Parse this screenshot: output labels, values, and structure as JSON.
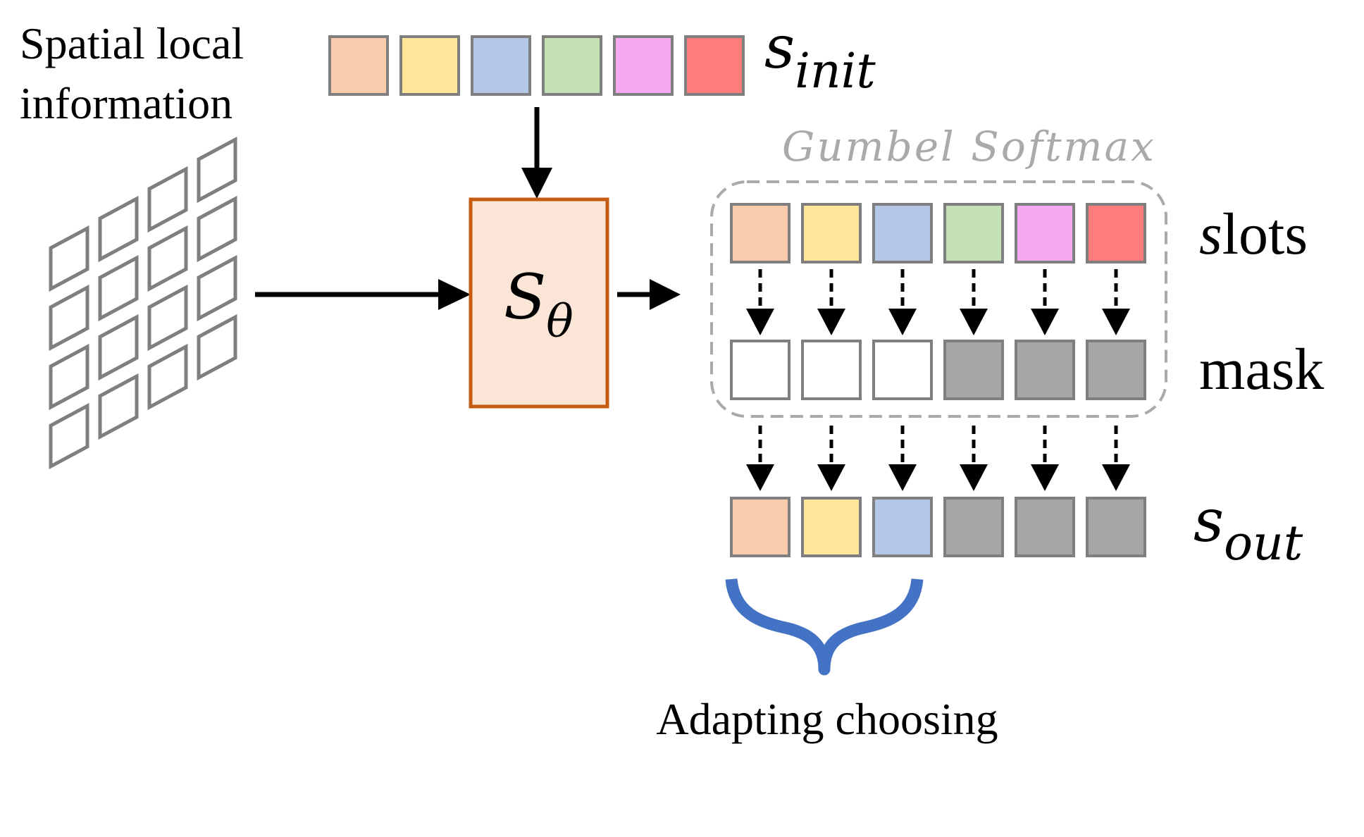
{
  "labels": {
    "spatial_line1": "Spatial local",
    "spatial_line2": "information",
    "s_init_base": "s",
    "s_init_sub": "init",
    "operator_base": "S",
    "operator_sub": "θ",
    "gumbel": "Gumbel Softmax",
    "slots": "slots",
    "slots_first": "s",
    "slots_rest": "lots",
    "mask": "mask",
    "s_out_base": "s",
    "s_out_sub": "out",
    "adapting": "Adapting choosing"
  },
  "colors": {
    "peach": "#f8cbad",
    "yellow": "#ffe699",
    "blue": "#b4c7e7",
    "green": "#c5e0b4",
    "pink": "#f4a9f0",
    "red": "#ff7c7c",
    "gray": "#a6a6a6",
    "white": "#ffffff",
    "operator_fill": "#fbe5d6",
    "operator_border": "#c55a11",
    "brace": "#4472c4",
    "dashed_border": "#aaaaaa",
    "cell_border": "#7f7f7f"
  },
  "s_init_cells": [
    "peach",
    "yellow",
    "blue",
    "green",
    "pink",
    "red"
  ],
  "slots_cells": [
    "peach",
    "yellow",
    "blue",
    "green",
    "pink",
    "red"
  ],
  "mask_cells": [
    "white",
    "white",
    "white",
    "gray",
    "gray",
    "gray"
  ],
  "s_out_cells": [
    "peach",
    "yellow",
    "blue",
    "gray",
    "gray",
    "gray"
  ],
  "grid": {
    "rows": 4,
    "cols": 4
  }
}
